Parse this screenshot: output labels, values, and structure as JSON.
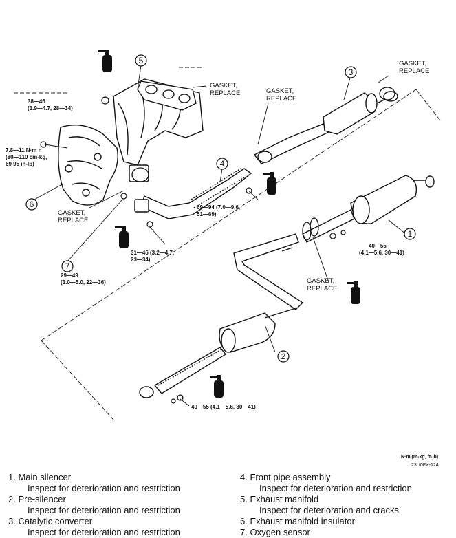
{
  "callouts": {
    "n1": "1",
    "n2": "2",
    "n3": "3",
    "n4": "4",
    "n5": "5",
    "n6": "6",
    "n7": "7"
  },
  "gaskets": {
    "g1": [
      "GASKET,",
      "REPLACE"
    ],
    "g2": [
      "GASKET,",
      "REPLACE"
    ],
    "g3": [
      "GASKET,",
      "REPLACE"
    ],
    "g4": [
      "GASKET,",
      "REPLACE"
    ],
    "g5": [
      "GASKET,",
      "REPLACE"
    ]
  },
  "torques": {
    "t1": [
      "38—46",
      "(3.9—4.7, 28—34)"
    ],
    "t2": [
      "7.8—11 N·m n",
      "(80—110 cm-kg,",
      "69  95 in-lb)"
    ],
    "t3": [
      "69—94 (7.0—9.6,",
      "51—69)"
    ],
    "t4": [
      "31—46 (3.2—4.7,",
      "23—34)"
    ],
    "t5": [
      "29—49",
      "(3.0—5.0, 22—36)"
    ],
    "t6": [
      "40—55",
      "(4.1—5.6, 30—41)"
    ],
    "t7": [
      "40—55 (4.1—5.6, 30—41)"
    ]
  },
  "units_note": "N·m (m-kg, ft-lb)",
  "figure_code": "23U0FX-124",
  "legend": {
    "left": [
      {
        "title": "1. Main silencer",
        "desc": "Inspect for deterioration and restriction"
      },
      {
        "title": "2. Pre-silencer",
        "desc": "Inspect for deterioration and restriction"
      },
      {
        "title": "3. Catalytic converter",
        "desc": "Inspect for deterioration and restriction"
      }
    ],
    "right": [
      {
        "title": "4. Front pipe assembly",
        "desc": "Inspect for deterioration and restriction"
      },
      {
        "title": "5. Exhaust manifold",
        "desc": "Inspect for deterioration and cracks"
      },
      {
        "title": "6. Exhaust manifold insulator"
      },
      {
        "title": "7. Oxygen sensor"
      }
    ]
  }
}
